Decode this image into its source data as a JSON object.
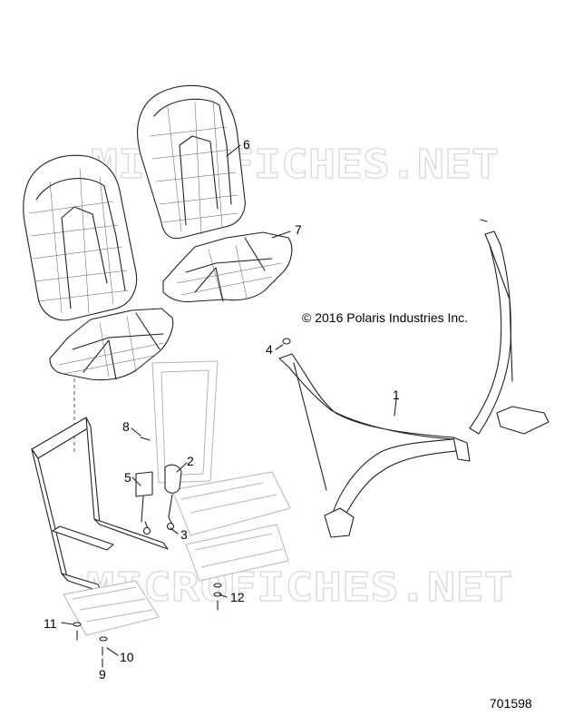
{
  "copyright": "© 2016 Polaris Industries Inc.",
  "document_number": "701598",
  "watermark": "MICROFICHES.NET",
  "callouts": [
    {
      "id": "1",
      "label": "1"
    },
    {
      "id": "2",
      "label": "2"
    },
    {
      "id": "3",
      "label": "3"
    },
    {
      "id": "4",
      "label": "4"
    },
    {
      "id": "5",
      "label": "5"
    },
    {
      "id": "6",
      "label": "6"
    },
    {
      "id": "7",
      "label": "7"
    },
    {
      "id": "8",
      "label": "8"
    },
    {
      "id": "9",
      "label": "9"
    },
    {
      "id": "10",
      "label": "10"
    },
    {
      "id": "11",
      "label": "11"
    },
    {
      "id": "12",
      "label": "12"
    }
  ]
}
